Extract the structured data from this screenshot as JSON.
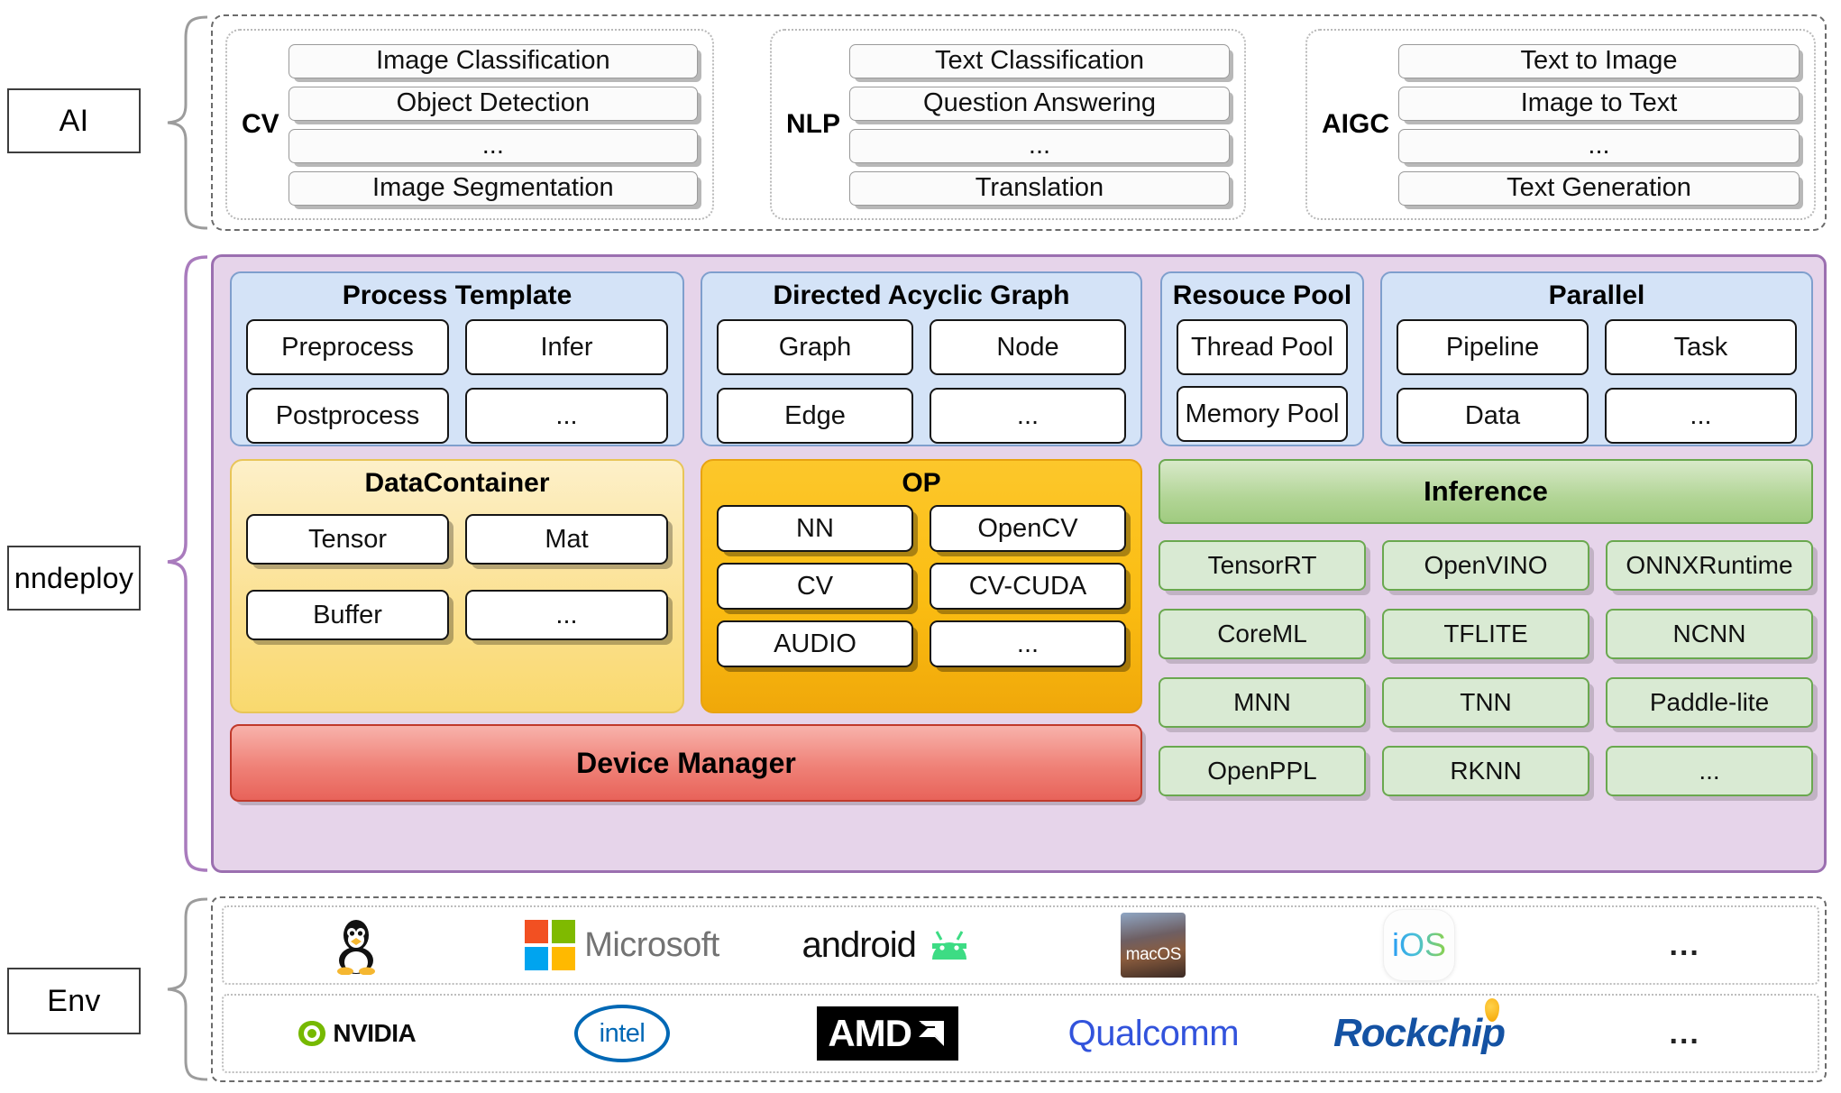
{
  "side_labels": {
    "ai": "AI",
    "nndeploy": "nndeploy",
    "env": "Env"
  },
  "ai_layer": {
    "groups": [
      {
        "title": "CV",
        "items": [
          "Image Classification",
          "Object Detection",
          "...",
          "Image Segmentation"
        ]
      },
      {
        "title": "NLP",
        "items": [
          "Text Classification",
          "Question Answering",
          "...",
          "Translation"
        ]
      },
      {
        "title": "AIGC",
        "items": [
          "Text to Image",
          "Image to Text",
          "...",
          "Text Generation"
        ]
      }
    ]
  },
  "nndeploy_layer": {
    "process_template": {
      "title": "Process Template",
      "items": [
        "Preprocess",
        "Infer",
        "Postprocess",
        "..."
      ]
    },
    "dag": {
      "title": "Directed Acyclic Graph",
      "items": [
        "Graph",
        "Node",
        "Edge",
        "..."
      ]
    },
    "resource_pool": {
      "title": "Resouce Pool",
      "items": [
        "Thread Pool",
        "Memory Pool"
      ]
    },
    "parallel": {
      "title": "Parallel",
      "items": [
        "Pipeline",
        "Task",
        "Data",
        "..."
      ]
    },
    "data_container": {
      "title": "DataContainer",
      "items": [
        "Tensor",
        "Mat",
        "Buffer",
        "..."
      ]
    },
    "op": {
      "title": "OP",
      "items": [
        "NN",
        "OpenCV",
        "CV",
        "CV-CUDA",
        "AUDIO",
        "..."
      ]
    },
    "device_manager": {
      "title": "Device Manager"
    },
    "inference": {
      "title": "Inference",
      "backends": [
        "TensorRT",
        "OpenVINO",
        "ONNXRuntime",
        "CoreML",
        "TFLITE",
        "NCNN",
        "MNN",
        "TNN",
        "Paddle-lite",
        "OpenPPL",
        "RKNN",
        "..."
      ]
    }
  },
  "env_layer": {
    "os_row": [
      "linux-penguin-logo",
      "Microsoft",
      "android",
      "macOS",
      "iOS",
      "..."
    ],
    "hardware_row": [
      "NVIDIA",
      "intel",
      "AMD",
      "Qualcomm",
      "Rockchip",
      "..."
    ],
    "os_labels": {
      "microsoft": "Microsoft",
      "android": "android",
      "macos": "macOS",
      "ios": "iOS",
      "ellipsis": "..."
    },
    "hw_labels": {
      "nvidia": "NVIDIA",
      "intel": "intel",
      "amd": "AMD",
      "qualcomm": "Qualcomm",
      "rockchip": "Rockchip",
      "ellipsis": "..."
    }
  },
  "colors": {
    "nndeploy_panel": "#e6d4ea",
    "nndeploy_border": "#9b6fb0",
    "sub_blue": "#d4e3f7",
    "data_container": "#fbe08f",
    "op": "#fbbd12",
    "device_manager": "#ef8177",
    "inference": "#d9ead3",
    "inference_border": "#6aa84f"
  }
}
